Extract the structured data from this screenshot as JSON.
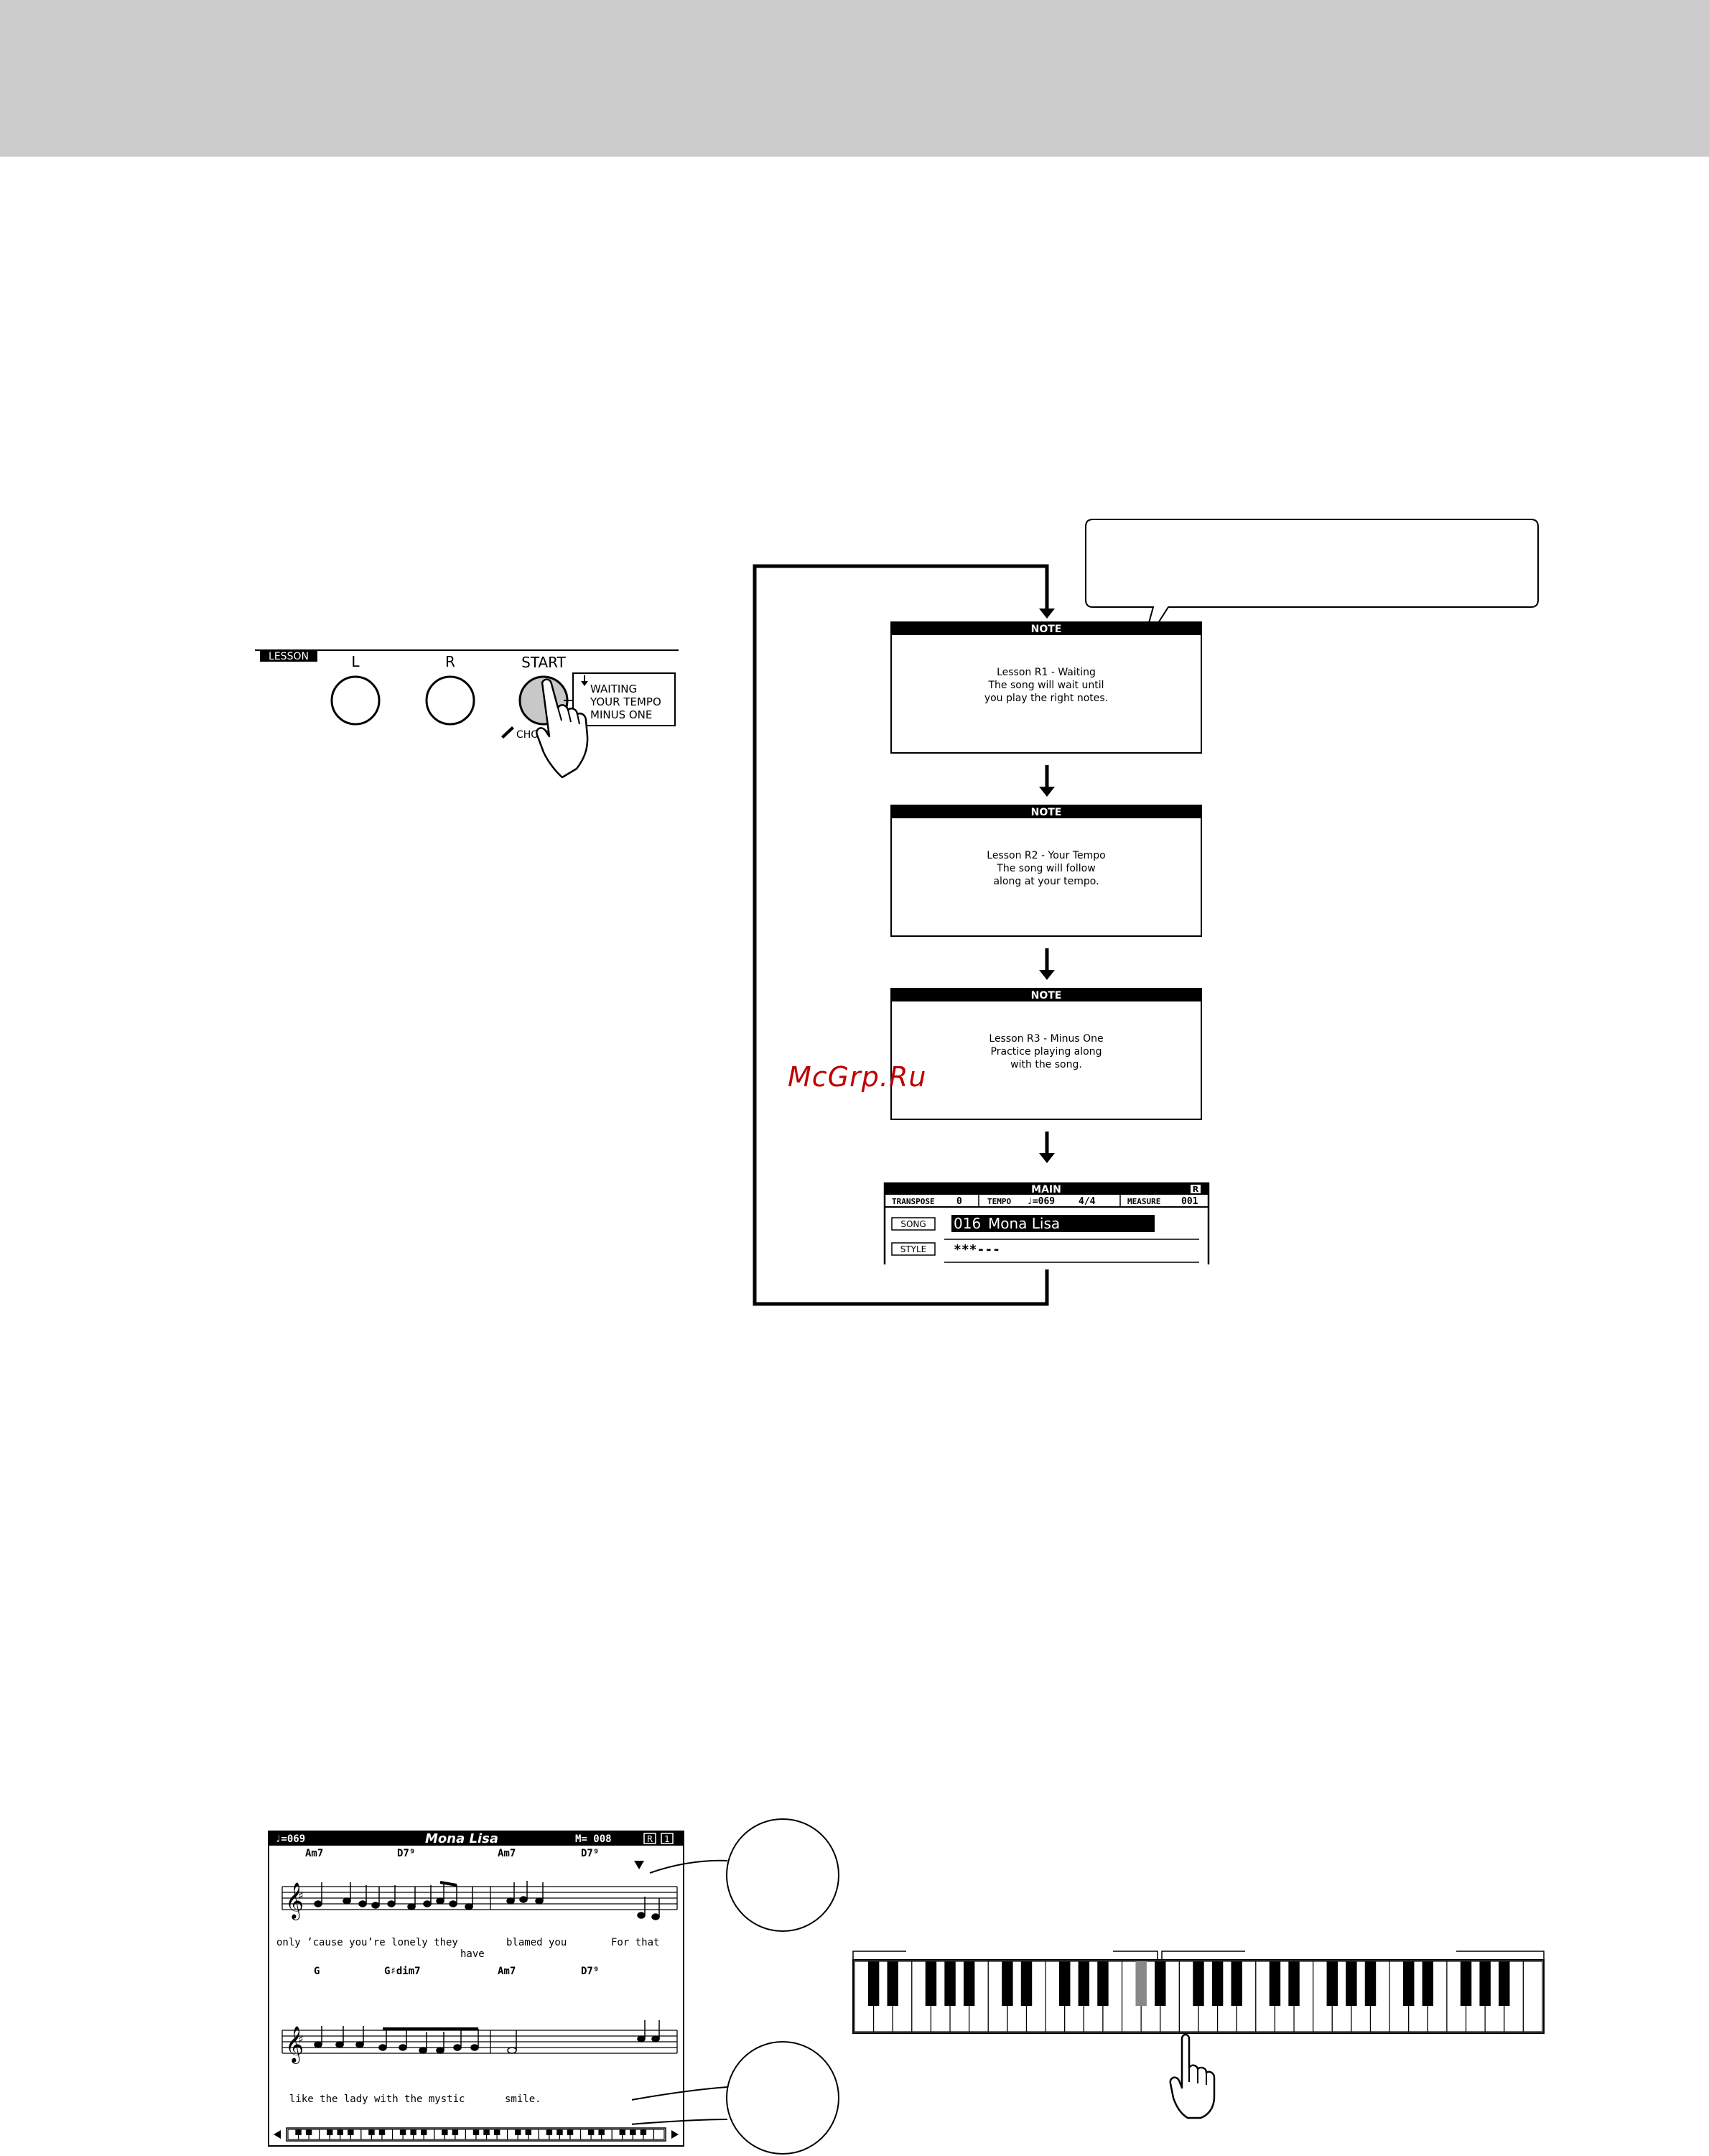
{
  "panel": {
    "lesson_label": "LESSON",
    "l_label": "L",
    "r_label": "R",
    "start_label": "START",
    "chord_label": "CHORD",
    "mode_lines": [
      "WAITING",
      "YOUR TEMPO",
      "MINUS ONE"
    ]
  },
  "flow": {
    "displays": [
      {
        "header": "NOTE",
        "lines": [
          "Lesson R1 - Waiting",
          "The song will wait until",
          "you play the right notes."
        ]
      },
      {
        "header": "NOTE",
        "lines": [
          "Lesson R2 - Your Tempo",
          "The song will follow",
          "along at your tempo."
        ]
      },
      {
        "header": "NOTE",
        "lines": [
          "Lesson R3 - Minus One",
          "Practice playing along",
          "with the song."
        ]
      }
    ],
    "main": {
      "title": "MAIN",
      "badge": "R",
      "transpose_label": "TRANSPOSE",
      "transpose_value": "0",
      "tempo_label": "TEMPO",
      "tempo_value": "♩=069",
      "time_sig": "4/4",
      "measure_label": "MEASURE",
      "measure_value": "001",
      "song_tag": "SONG",
      "song_number": "016",
      "song_name": "Mona Lisa",
      "style_tag": "STYLE",
      "style_value": "***---"
    }
  },
  "watermark": "McGrp.Ru",
  "score": {
    "tempo": "♩=069",
    "title": "Mona Lisa",
    "measure": "M= 008",
    "badge_r": "R",
    "badge_1": "1",
    "line1_chords": [
      "Am7",
      "D7⁹",
      "Am7",
      "D7⁹"
    ],
    "line1_lyrics": [
      "only ’cause you’re lonely they",
      "have",
      "blamed you",
      "For that"
    ],
    "line2_chords": [
      "G",
      "G♯dim7",
      "Am7",
      "D7⁹"
    ],
    "line2_lyrics": [
      "like the lady with the mystic",
      "smile."
    ]
  }
}
